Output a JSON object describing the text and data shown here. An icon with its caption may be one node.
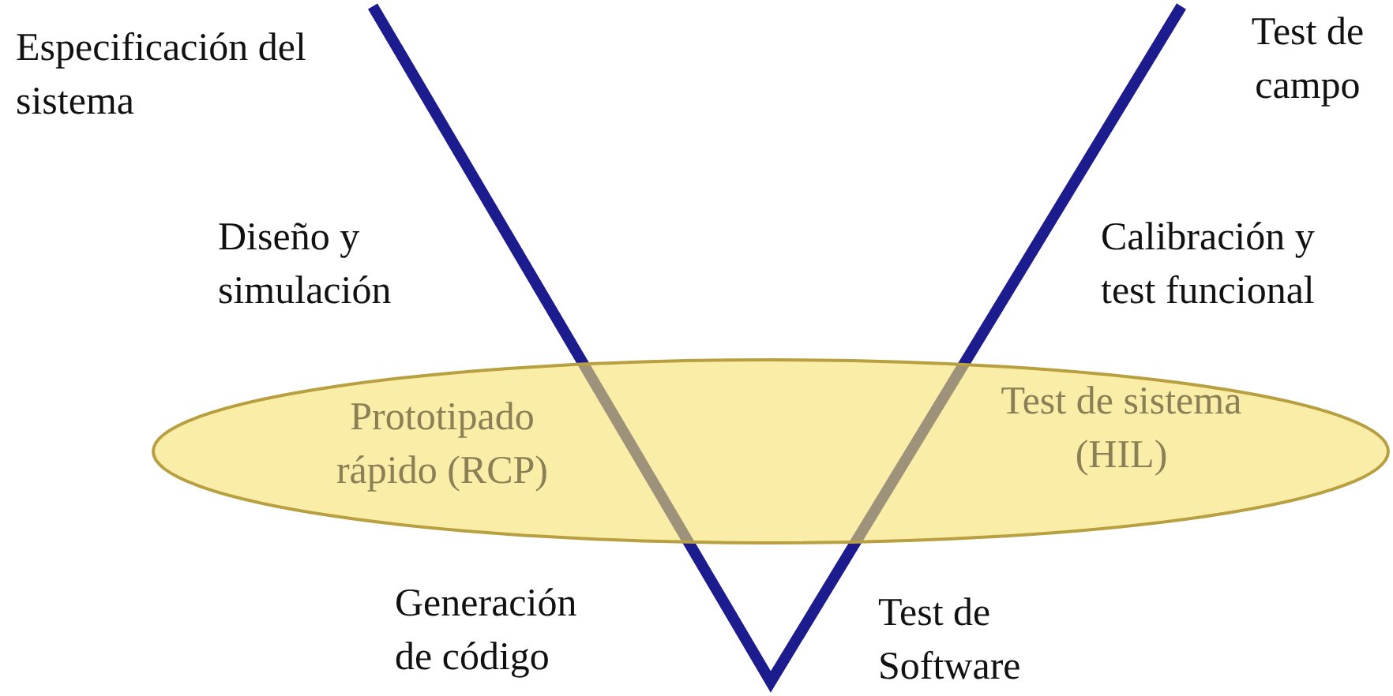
{
  "diagram": {
    "nodes": [
      {
        "text": [
          "Prototipado rápido (RCP)",
          "Test de sistema (HIL)"
        ]
      }
    ],
    "labels": [
      "Especificación del sistema",
      "Test de campo",
      "Diseño y simulación",
      "Calibración y test funcional",
      "Generación de código",
      "Test de Software"
    ]
  }
}
